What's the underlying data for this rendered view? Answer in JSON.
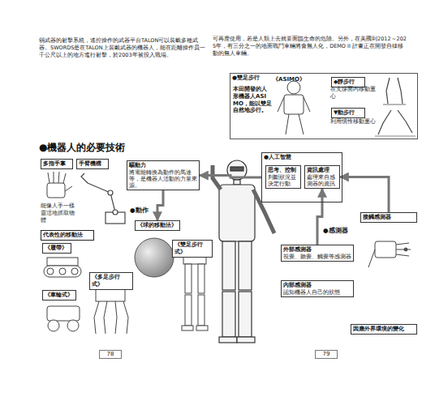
{
  "diagram": {
    "title": "●機器人的必要技術",
    "nodes": [
      {
        "text": [
          "●雙足步行"
        ]
      },
      {
        "text": [
          "《ASIMO》"
        ],
        "in": 0
      },
      {
        "text": [
          "本田開發的人形機器人ASIMO，能以雙足自然地步行。"
        ],
        "in": 0
      },
      {
        "text": [
          "◆靜步行"
        ],
        "in": 0
      },
      {
        "text": [
          "▼動步行"
        ],
        "in": 0
      },
      {
        "text": [
          "多指手掌"
        ]
      },
      {
        "text": [
          "手臂機構"
        ]
      },
      {
        "text": [
          "代表性的移動法"
        ]
      },
      {
        "text": [
          "《履帶》"
        ]
      },
      {
        "text": [
          "《車輪式》"
        ]
      },
      {
        "text": [
          "《多足步行式》"
        ]
      },
      {
        "text": [
          "《雙足步行式》"
        ]
      },
      {
        "text": [
          "驅動力",
          "將電能轉換為動作的馬達等，是機器人活動的力量來源。"
        ]
      },
      {
        "text": [
          "●人工智慧"
        ]
      },
      {
        "text": [
          "思考、控制",
          "判斷狀況並決定行動"
        ],
        "in": 13
      },
      {
        "text": [
          "資訊處理",
          "處理來自感測器的資訊"
        ],
        "in": 13
      },
      {
        "text": [
          "外部感測器",
          "視覺、聽覺、觸覺等感測器"
        ]
      },
      {
        "text": [
          "內部感測器",
          "認知機器人自己的狀態"
        ]
      },
      {
        "text": [
          "接觸感測器"
        ]
      },
      {
        "text": [
          "因應外界環境的變化"
        ]
      },
      {
        "text": [
          "《球的移動法》"
        ]
      }
    ],
    "edges": [
      {
        "from": 13,
        "to": 12,
        "arrow": "to"
      },
      {
        "from": 12,
        "to": 20,
        "arrow": "to"
      },
      {
        "from": 16,
        "to": 15,
        "arrow": "to"
      },
      {
        "from": 18,
        "to": 15,
        "arrow": "to"
      }
    ],
    "labels": [
      "弱武器的射擊系統，遙控操作的武器平台TALON可以裝載多種武器。SWORDS是在TALON上裝載武器的機器人，能在距離操作員一千公尺以上的地方進行射擊，於2003年被投入戰場。",
      "可再度使用，若是人類上去就要面臨生命的危險。另外，在美國到2012～2025年，有三分之一的地面戰鬥車輛將會無人化，DEMO II 計畫正在開發自律移動的無人車輛。",
      "能像人手一樣靈活地抓取物體",
      "●動作",
      "●感測器",
      "78",
      "79",
      "在支撐面內移動重心",
      "利用慣性移動重心"
    ]
  }
}
